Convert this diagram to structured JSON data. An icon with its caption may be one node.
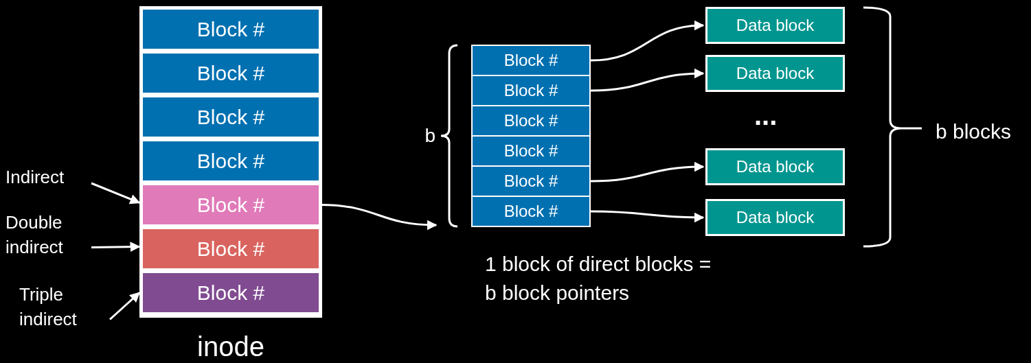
{
  "diagram": {
    "nodes": [
      {
        "text": [
          "inode"
        ]
      },
      {
        "text": [
          "Block #"
        ],
        "in": 0
      },
      {
        "text": [
          "Block #"
        ],
        "in": 0
      },
      {
        "text": [
          "Block #"
        ],
        "in": 0
      },
      {
        "text": [
          "Block #"
        ],
        "in": 0
      },
      {
        "text": [
          "Block #"
        ],
        "in": 0
      },
      {
        "text": [
          "Block #"
        ],
        "in": 0
      },
      {
        "text": [
          "Block #"
        ],
        "in": 0
      },
      {
        "text": [
          "Indirect"
        ]
      },
      {
        "text": [
          "Double indirect"
        ]
      },
      {
        "text": [
          "Triple indirect"
        ]
      },
      {
        "text": [
          "Block #"
        ]
      },
      {
        "text": [
          "Block #"
        ]
      },
      {
        "text": [
          "Block #"
        ]
      },
      {
        "text": [
          "Block #"
        ]
      },
      {
        "text": [
          "Block #"
        ]
      },
      {
        "text": [
          "Block #"
        ]
      },
      {
        "text": [
          "Data block"
        ]
      },
      {
        "text": [
          "Data block"
        ]
      },
      {
        "text": [
          "Data block"
        ]
      },
      {
        "text": [
          "Data block"
        ]
      },
      {
        "text": [
          "b"
        ]
      }
    ],
    "edges": [
      {
        "from": 8,
        "to": 5,
        "arrow": "to"
      },
      {
        "from": 9,
        "to": 6,
        "arrow": "to"
      },
      {
        "from": 10,
        "to": 7,
        "arrow": "to"
      },
      {
        "from": 5,
        "to": 21,
        "arrow": "to"
      },
      {
        "from": 11,
        "to": 17,
        "arrow": "to"
      },
      {
        "from": 12,
        "to": 18,
        "arrow": "to"
      },
      {
        "from": 15,
        "to": 19,
        "arrow": "to"
      },
      {
        "from": 16,
        "to": 20,
        "arrow": "to"
      }
    ],
    "labels": [
      "...",
      "b blocks",
      "1 block of direct blocks = b block pointers"
    ]
  }
}
